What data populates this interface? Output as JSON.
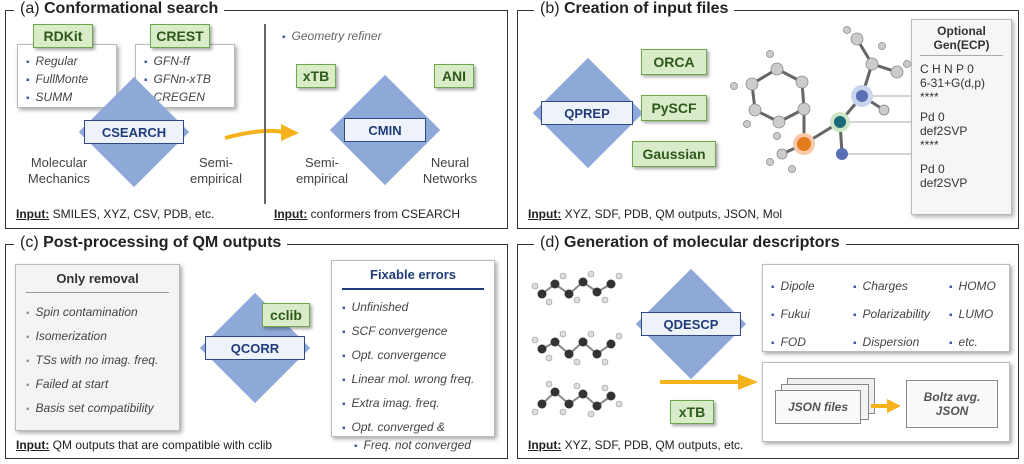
{
  "a": {
    "title_prefix": "(a) ",
    "title": "Conformational search",
    "rdkit": "RDKit",
    "crest": "CREST",
    "rdkit_items": [
      "Regular",
      "FullMonte",
      "SUMM"
    ],
    "crest_items": [
      "GFN-ff",
      "GFNn-xTB",
      "CREGEN"
    ],
    "csearch": "CSEARCH",
    "mm": "Molecular\nMechanics",
    "semi": "Semi-\nempirical",
    "input_label": "Input:",
    "input_text": " SMILES, XYZ, CSV, PDB, etc.",
    "geom": "Geometry refiner",
    "xtb": "xTB",
    "ani": "ANI",
    "cmin": "CMIN",
    "semi2": "Semi-\nempirical",
    "nn": "Neural\nNetworks",
    "input2_label": "Input:",
    "input2_text": " conformers from CSEARCH"
  },
  "b": {
    "title_prefix": "(b) ",
    "title": "Creation of input files",
    "qprep": "QPREP",
    "orca": "ORCA",
    "pyscf": "PySCF",
    "gaussian": "Gaussian",
    "gen_title": "Optional\nGen(ECP)",
    "gen_lines1": [
      "C H N P 0",
      "6-31+G(d,p)",
      "****"
    ],
    "gen_lines2": [
      "Pd 0",
      "def2SVP",
      "****"
    ],
    "gen_lines3": [
      "Pd 0",
      "def2SVP"
    ],
    "input_label": "Input:",
    "input_text": " XYZ, SDF, PDB, QM outputs, JSON, Mol"
  },
  "c": {
    "title_prefix": "(c) ",
    "title": "Post-processing of QM outputs",
    "only_title": "Only removal",
    "only_items": [
      "Spin contamination",
      "Isomerization",
      "TSs with no imag. freq.",
      "Failed at start",
      "Basis set compatibility"
    ],
    "qcorr": "QCORR",
    "cclib": "cclib",
    "fix_title": "Fixable errors",
    "fix_items": [
      "Unfinished",
      "SCF convergence",
      "Opt. convergence",
      "Linear mol. wrong freq.",
      "Extra imag. freq.",
      "Opt. converged &",
      "Freq. not converged"
    ],
    "input_label": "Input:",
    "input_text": " QM outputs that are compatible with cclib"
  },
  "d": {
    "title_prefix": "(d) ",
    "title": "Generation of molecular descriptors",
    "qdescp": "QDESCP",
    "xtb": "xTB",
    "col1": [
      "Dipole",
      "Fukui",
      "FOD"
    ],
    "col2": [
      "Charges",
      "Polarizability",
      "Dispersion"
    ],
    "col3": [
      "HOMO",
      "LUMO",
      "etc."
    ],
    "json": "JSON files",
    "boltz": "Boltz avg.\nJSON",
    "input_label": "Input:",
    "input_text": " XYZ, SDF, PDB, QM outputs, etc."
  },
  "colors": {
    "green_fill": "#d9ebc9",
    "green_border": "#6ea64b",
    "diamond": "#8ea8d8",
    "navy": "#1f3c78",
    "arrow": "#f5b21b"
  }
}
